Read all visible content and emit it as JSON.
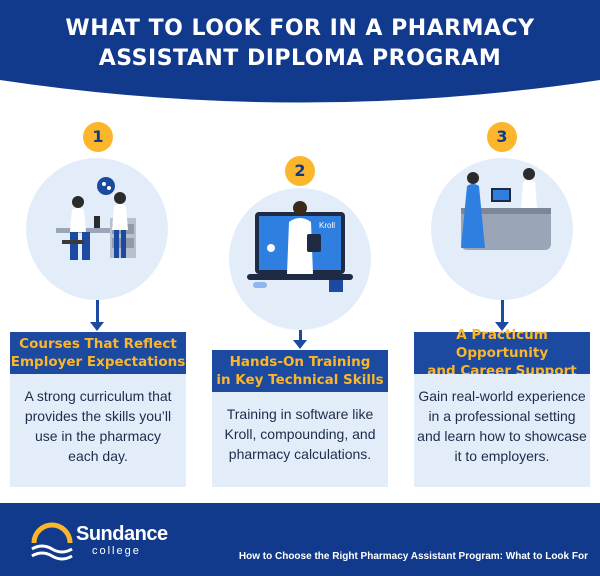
{
  "header": {
    "title_line1": "WHAT TO LOOK FOR IN A PHARMACY",
    "title_line2": "ASSISTANT DIPLOMA PROGRAM"
  },
  "steps": [
    {
      "number": "1",
      "label_line1": "Courses That Reflect",
      "label_line2": "Employer Expectations",
      "desc": [
        "A strong curriculum that",
        "provides the skills you’ll",
        "use in the pharmacy",
        "each day."
      ]
    },
    {
      "number": "2",
      "label_line1": "Hands-On Training",
      "label_line2": "in Key Technical Skills",
      "screen_text": "Kroll",
      "desc": [
        "Training in software like",
        "Kroll, compounding, and",
        "pharmacy calculations."
      ]
    },
    {
      "number": "3",
      "label_line1": "A Practicum Opportunity",
      "label_line2": "and Career Support",
      "desc": [
        "Gain real-world experience",
        "in a professional setting",
        "and learn how to showcase",
        "it to employers."
      ]
    }
  ],
  "footer": {
    "logo_name": "Sundance",
    "logo_sub": "college",
    "caption": "How to Choose the Right Pharmacy Assistant Program: What to Look For"
  },
  "colors": {
    "navy": "#123a8c",
    "blue": "#1b4aa0",
    "gold": "#fbb62b",
    "light": "#e3edf9"
  }
}
